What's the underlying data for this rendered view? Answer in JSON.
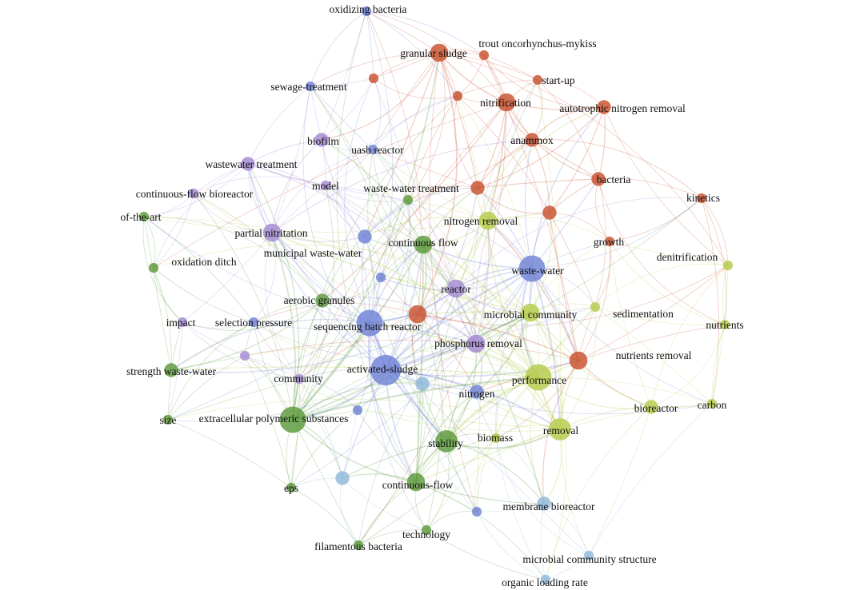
{
  "clusters": {
    "red": "#c8502e",
    "blue": "#6f82d6",
    "purple": "#a58ad2",
    "green": "#5b9a3c",
    "lime": "#b5cc4a",
    "lightblue": "#8fb8dc"
  },
  "nodes": [
    {
      "id": "oxidizing",
      "label": "oxidizing bacteria",
      "cluster": "blue",
      "weight": 1
    },
    {
      "id": "granular",
      "label": "granular sludge",
      "cluster": "red",
      "weight": 3
    },
    {
      "id": "trout",
      "label": "trout oncorhynchus-mykiss",
      "cluster": "red",
      "weight": 1
    },
    {
      "id": "sewage",
      "label": "sewage-treatment",
      "cluster": "blue",
      "weight": 1
    },
    {
      "id": "startup",
      "label": "start-up",
      "cluster": "red",
      "weight": 1
    },
    {
      "id": "nitrification",
      "label": "nitrification",
      "cluster": "red",
      "weight": 3
    },
    {
      "id": "autotrophic",
      "label": "autotrophic nitrogen removal",
      "cluster": "red",
      "weight": 2
    },
    {
      "id": "biofilm",
      "label": "biofilm",
      "cluster": "purple",
      "weight": 2
    },
    {
      "id": "uasb",
      "label": "uasb reactor",
      "cluster": "blue",
      "weight": 1
    },
    {
      "id": "anammox",
      "label": "anammox",
      "cluster": "red",
      "weight": 2
    },
    {
      "id": "wwtreat",
      "label": "wastewater treatment",
      "cluster": "purple",
      "weight": 2
    },
    {
      "id": "model",
      "label": "model",
      "cluster": "purple",
      "weight": 1
    },
    {
      "id": "wwtreat2",
      "label": "waste-water treatment",
      "cluster": "red",
      "weight": 2
    },
    {
      "id": "bacteria",
      "label": "bacteria",
      "cluster": "red",
      "weight": 2
    },
    {
      "id": "cfbio",
      "label": "continuous-flow bioreactor",
      "cluster": "purple",
      "weight": 1
    },
    {
      "id": "kinetics",
      "label": "kinetics",
      "cluster": "red",
      "weight": 1
    },
    {
      "id": "ofart",
      "label": "of-the-art",
      "cluster": "green",
      "weight": 1
    },
    {
      "id": "nremoval",
      "label": "nitrogen removal",
      "cluster": "lime",
      "weight": 3
    },
    {
      "id": "partial",
      "label": "partial nitritation",
      "cluster": "purple",
      "weight": 3
    },
    {
      "id": "cflow",
      "label": "continuous flow",
      "cluster": "green",
      "weight": 3
    },
    {
      "id": "growth",
      "label": "growth",
      "cluster": "red",
      "weight": 1
    },
    {
      "id": "municipal",
      "label": "municipal waste-water",
      "cluster": "blue",
      "weight": 2
    },
    {
      "id": "oxditch",
      "label": "oxidation ditch",
      "cluster": "green",
      "weight": 1
    },
    {
      "id": "denit",
      "label": "denitrification",
      "cluster": "lime",
      "weight": 1
    },
    {
      "id": "wastewater",
      "label": "waste-water",
      "cluster": "blue",
      "weight": 5
    },
    {
      "id": "reactor",
      "label": "reactor",
      "cluster": "purple",
      "weight": 3
    },
    {
      "id": "aerobic",
      "label": "aerobic granules",
      "cluster": "green",
      "weight": 2
    },
    {
      "id": "microbial",
      "label": "microbial community",
      "cluster": "lime",
      "weight": 3
    },
    {
      "id": "sedimentation",
      "label": "sedimentation",
      "cluster": "lime",
      "weight": 1
    },
    {
      "id": "impact",
      "label": "impact",
      "cluster": "purple",
      "weight": 1
    },
    {
      "id": "selection",
      "label": "selection pressure",
      "cluster": "blue",
      "weight": 1
    },
    {
      "id": "sbr",
      "label": "sequencing batch reactor",
      "cluster": "blue",
      "weight": 5
    },
    {
      "id": "nutrients",
      "label": "nutrients",
      "cluster": "lime",
      "weight": 1
    },
    {
      "id": "phosphorus",
      "label": "phosphorus removal",
      "cluster": "purple",
      "weight": 3
    },
    {
      "id": "nutrientsremoval",
      "label": "nutrients removal",
      "cluster": "red",
      "weight": 3
    },
    {
      "id": "strength",
      "label": "strength waste-water",
      "cluster": "green",
      "weight": 2
    },
    {
      "id": "activated",
      "label": "activated-sludge",
      "cluster": "blue",
      "weight": 6
    },
    {
      "id": "community",
      "label": "community",
      "cluster": "purple",
      "weight": 1
    },
    {
      "id": "performance",
      "label": "performance",
      "cluster": "lime",
      "weight": 5
    },
    {
      "id": "nitrogen",
      "label": "nitrogen",
      "cluster": "blue",
      "weight": 2
    },
    {
      "id": "size",
      "label": "size",
      "cluster": "green",
      "weight": 1
    },
    {
      "id": "eps_full",
      "label": "extracellular polymeric substances",
      "cluster": "green",
      "weight": 5
    },
    {
      "id": "bioreactor",
      "label": "bioreactor",
      "cluster": "lime",
      "weight": 2
    },
    {
      "id": "carbon",
      "label": "carbon",
      "cluster": "lime",
      "weight": 1
    },
    {
      "id": "removal",
      "label": "removal",
      "cluster": "lime",
      "weight": 4
    },
    {
      "id": "stability",
      "label": "stability",
      "cluster": "green",
      "weight": 4
    },
    {
      "id": "biomass",
      "label": "biomass",
      "cluster": "lime",
      "weight": 1
    },
    {
      "id": "eps",
      "label": "eps",
      "cluster": "green",
      "weight": 1
    },
    {
      "id": "cflow2",
      "label": "continuous-flow",
      "cluster": "green",
      "weight": 3
    },
    {
      "id": "membrane",
      "label": "membrane bioreactor",
      "cluster": "lightblue",
      "weight": 2
    },
    {
      "id": "technology",
      "label": "technology",
      "cluster": "green",
      "weight": 1
    },
    {
      "id": "filamentous",
      "label": "filamentous bacteria",
      "cluster": "green",
      "weight": 1
    },
    {
      "id": "mcs",
      "label": "microbial community structure",
      "cluster": "lightblue",
      "weight": 1
    },
    {
      "id": "olr",
      "label": "organic loading rate",
      "cluster": "lightblue",
      "weight": 1
    }
  ]
}
